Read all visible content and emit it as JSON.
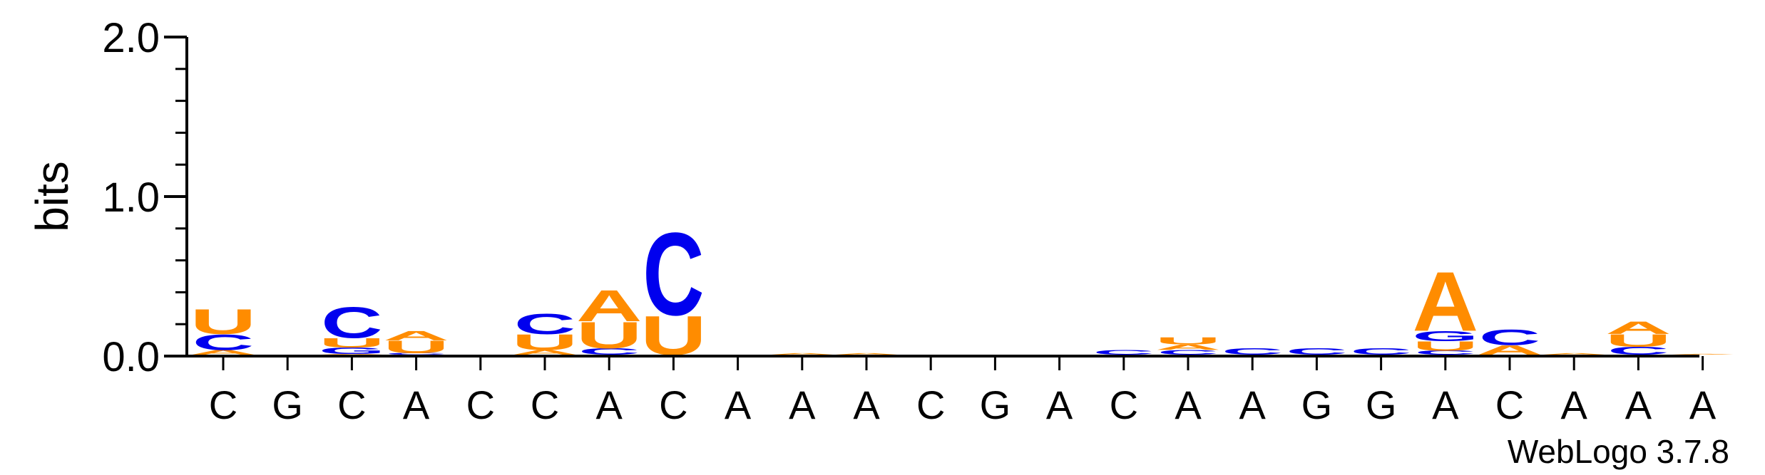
{
  "chart_data": {
    "type": "sequence_logo",
    "ylabel": "bits",
    "ylim": [
      0,
      2.0
    ],
    "y_ticks": [
      "0.0",
      "1.0",
      "2.0"
    ],
    "x_labels": [
      "C",
      "G",
      "C",
      "A",
      "C",
      "C",
      "A",
      "C",
      "A",
      "A",
      "A",
      "C",
      "G",
      "A",
      "C",
      "A",
      "A",
      "G",
      "G",
      "A",
      "C",
      "A",
      "A",
      "A"
    ],
    "colors": {
      "A": "#ff8c00",
      "U": "#ff8c00",
      "C": "#0000ee",
      "G": "#0000ee"
    },
    "columns": [
      [
        [
          "A",
          0.03
        ],
        [
          "C",
          0.1
        ],
        [
          "U",
          0.16
        ]
      ],
      [],
      [
        [
          "A",
          0.005
        ],
        [
          "G",
          0.04
        ],
        [
          "U",
          0.06
        ],
        [
          "C",
          0.2
        ]
      ],
      [
        [
          "C",
          0.01
        ],
        [
          "U",
          0.08
        ],
        [
          "A",
          0.06
        ]
      ],
      [],
      [
        [
          "A",
          0.03
        ],
        [
          "U",
          0.1
        ],
        [
          "C",
          0.13
        ]
      ],
      [
        [
          "C",
          0.04
        ],
        [
          "U",
          0.17
        ],
        [
          "A",
          0.2
        ]
      ],
      [
        [
          "U",
          0.25
        ],
        [
          "C",
          0.53
        ]
      ],
      [],
      [
        [
          "A",
          0.01
        ]
      ],
      [
        [
          "A",
          0.01
        ]
      ],
      [],
      [],
      [],
      [
        [
          "C",
          0.03
        ]
      ],
      [
        [
          "C",
          0.03
        ],
        [
          "A",
          0.035
        ],
        [
          "U",
          0.045
        ]
      ],
      [
        [
          "C",
          0.04
        ]
      ],
      [
        [
          "C",
          0.04
        ]
      ],
      [
        [
          "C",
          0.04
        ]
      ],
      [
        [
          "C",
          0.025
        ],
        [
          "U",
          0.06
        ],
        [
          "G",
          0.065
        ],
        [
          "A",
          0.38
        ]
      ],
      [
        [
          "A",
          0.06
        ],
        [
          "C",
          0.1
        ]
      ],
      [
        [
          "A",
          0.01
        ]
      ],
      [
        [
          "C",
          0.05
        ],
        [
          "U",
          0.08
        ],
        [
          "A",
          0.08
        ]
      ],
      [
        [
          "A",
          0.005
        ]
      ]
    ]
  },
  "credit": "WebLogo 3.7.8"
}
